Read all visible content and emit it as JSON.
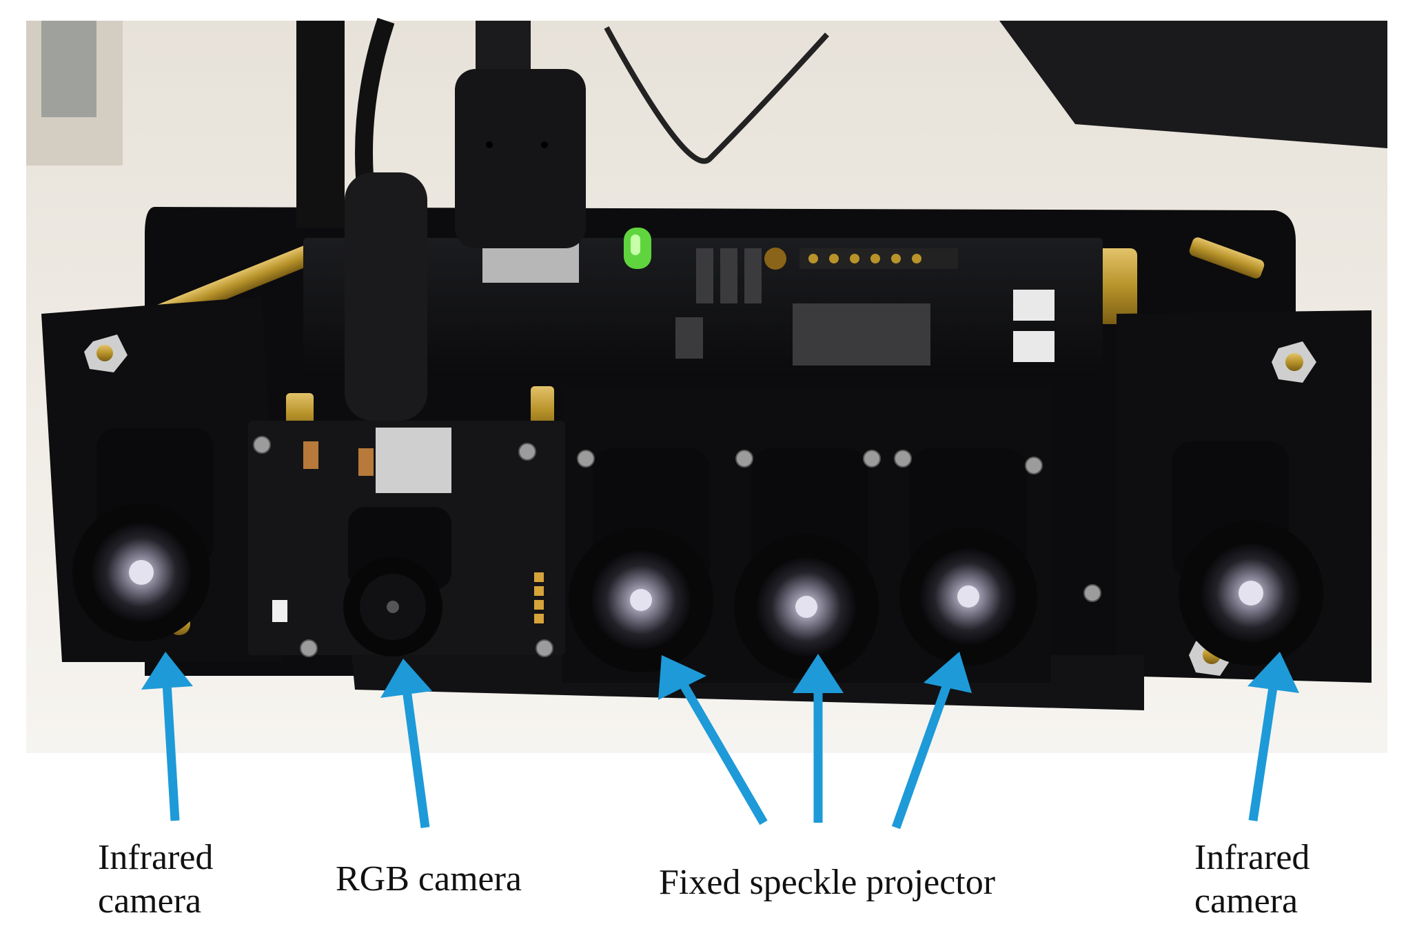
{
  "labels": {
    "infrared_left_line1": "Infrared",
    "infrared_left_line2": "camera",
    "rgb_camera": "RGB camera",
    "speckle_projector": "Fixed speckle projector",
    "infrared_right_line1": "Infrared",
    "infrared_right_line2": "camera"
  },
  "colors": {
    "arrow": "#1e9ad8",
    "board": "#0e0e10",
    "lens": "#050505",
    "brass": "#b8932a",
    "background": "#ece7df"
  }
}
